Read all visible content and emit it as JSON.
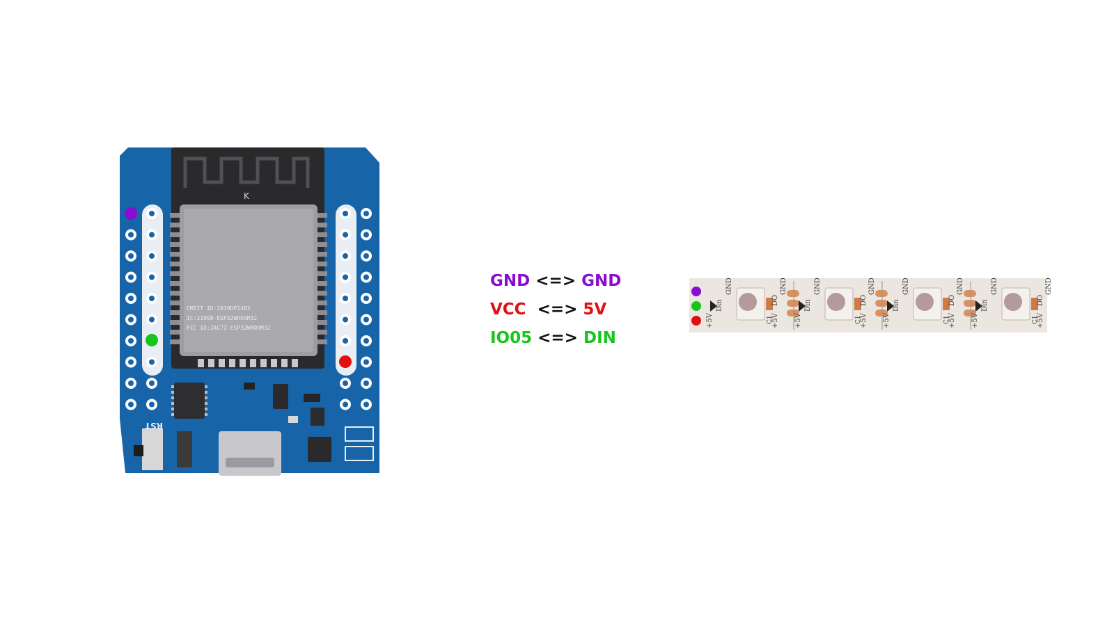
{
  "colors": {
    "gnd": "#8a0bd2",
    "vcc": "#e01010",
    "data": "#17c51c",
    "pcb": "#1765a8",
    "strip": "#ebe6df",
    "pad": "#d99162"
  },
  "board": {
    "antenna_mark": "K",
    "module_lines": [
      "CMIIT ID:2019DP2483",
      "IC:21098-ESP32WROOM32",
      "FCC ID:2AC7Z-ESP32WROOM32"
    ],
    "rst_label": "RST",
    "pin_markers": [
      {
        "color": "gnd",
        "side": "left-outer",
        "row": 0
      },
      {
        "color": "data",
        "side": "left-inner",
        "row": 6
      },
      {
        "color": "vcc",
        "side": "right-inner",
        "row": 7
      }
    ]
  },
  "wiring": [
    {
      "from": "GND",
      "arrow": "<=>",
      "to": "GND",
      "from_color": "gnd",
      "to_color": "gnd"
    },
    {
      "from": "VCC",
      "arrow": "<=>",
      "to": "5V",
      "from_color": "vcc",
      "to_color": "vcc"
    },
    {
      "from": "IO05",
      "arrow": "<=>",
      "to": "DIN",
      "from_color": "data",
      "to_color": "data"
    }
  ],
  "strip": {
    "labels": {
      "v5": "+5V",
      "din": "Din",
      "gnd": "GND",
      "do": "DO",
      "c1": "C1"
    },
    "led_count": 4,
    "markers": [
      "gnd",
      "data",
      "vcc"
    ]
  }
}
